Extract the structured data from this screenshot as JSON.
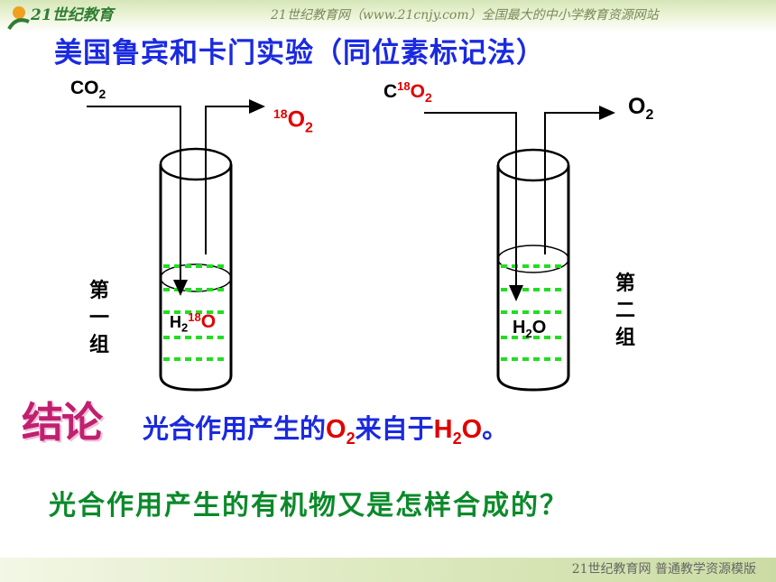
{
  "header": {
    "logo_text": "21世纪教育",
    "note": "21世纪教育网（www.21cnjy.com）全国最大的中小学教育资源网站"
  },
  "title": "美国鲁宾和卡门实验（同位素标记法）",
  "group1": {
    "input_label": "CO",
    "input_sub": "2",
    "output_sup": "18",
    "output_label": "O",
    "output_sub": "2",
    "water_label": "H",
    "water_sub": "2",
    "water_sup": "18",
    "water_o": "O",
    "name": "第一组"
  },
  "group2": {
    "input_c": "C",
    "input_sup": "18",
    "input_o": "O",
    "input_sub": "2",
    "output_label": "O",
    "output_sub": "2",
    "water_label": "H",
    "water_sub": "2",
    "water_o": "O",
    "name": "第二组"
  },
  "conclusion": {
    "label": "结论",
    "part1": "光合作用产生的",
    "o2": "O",
    "o2_sub": "2",
    "part2": "来自于",
    "h2o_h": "H",
    "h2o_sub": "2",
    "h2o_o": "O",
    "end": "。"
  },
  "question": "光合作用产生的有机物又是怎样合成的？",
  "footer": {
    "note": "21世纪教育网     普通教学资源模版"
  },
  "colors": {
    "title": "#1a2ae0",
    "isotope": "#e00000",
    "water_dash": "#22dd22",
    "question": "#0b8a2a",
    "conclusion_label": "#c02070"
  }
}
